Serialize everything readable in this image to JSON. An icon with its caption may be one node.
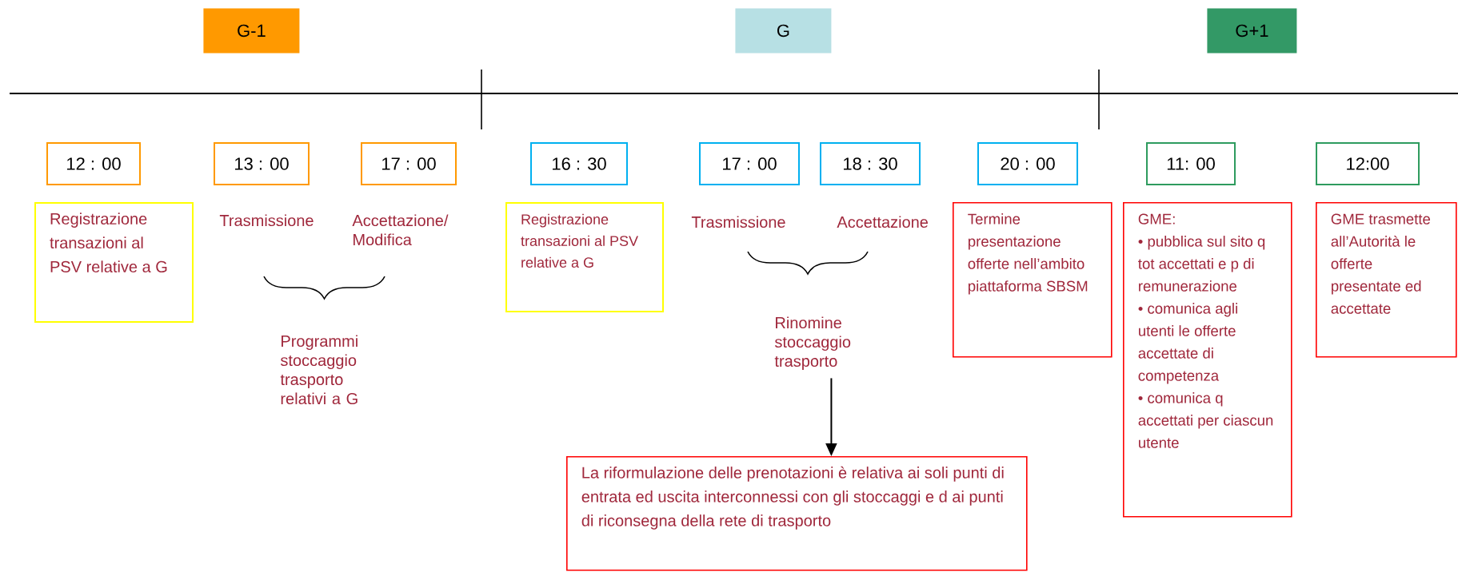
{
  "diagram": {
    "nodes": [
      {
        "text": [
          "G-1"
        ]
      },
      {
        "text": [
          "G"
        ]
      },
      {
        "text": [
          "G+1"
        ]
      },
      {
        "text": [
          "12 : 00"
        ]
      },
      {
        "text": [
          "13 : 00"
        ]
      },
      {
        "text": [
          "17 : 00"
        ]
      },
      {
        "text": [
          "16 : 30"
        ]
      },
      {
        "text": [
          "17 : 00"
        ]
      },
      {
        "text": [
          "18 : 30"
        ]
      },
      {
        "text": [
          "20 : 00"
        ]
      },
      {
        "text": [
          "11: 00"
        ]
      },
      {
        "text": [
          "12:00"
        ]
      },
      {
        "text": [
          "Registrazione transazioni al PSV relative a G"
        ]
      },
      {
        "text": [
          "Registrazione transazioni al PSV relative a G"
        ]
      },
      {
        "text": [
          "Termine presentazione offerte nell’ambito piattaforma SBSM"
        ]
      },
      {
        "text": [
          "GME:",
          "• pubblica sul sito q tot accettati e p di remunerazione",
          "• comunica agli utenti le offerte accettate di competenza",
          "• comunica q accettati per ciascun utente"
        ]
      },
      {
        "text": [
          "GME trasmette all’Autorità le offerte presentate ed accettate"
        ]
      },
      {
        "text": [
          "Rinomine stoccaggio trasporto"
        ]
      },
      {
        "text": [
          "La riformulazione delle prenotazioni è relativa ai soli punti di entrata ed uscita interconnessi con gli stoccaggi e d ai punti di riconsegna della rete di trasporto"
        ]
      }
    ],
    "edges": [
      {
        "from": 17,
        "to": 18,
        "arrow": "to"
      }
    ],
    "labels": [
      "Trasmissione",
      "Accettazione/ Modifica",
      "Programmi stoccaggio trasporto relativi a G",
      "Trasmissione",
      "Accettazione"
    ]
  }
}
